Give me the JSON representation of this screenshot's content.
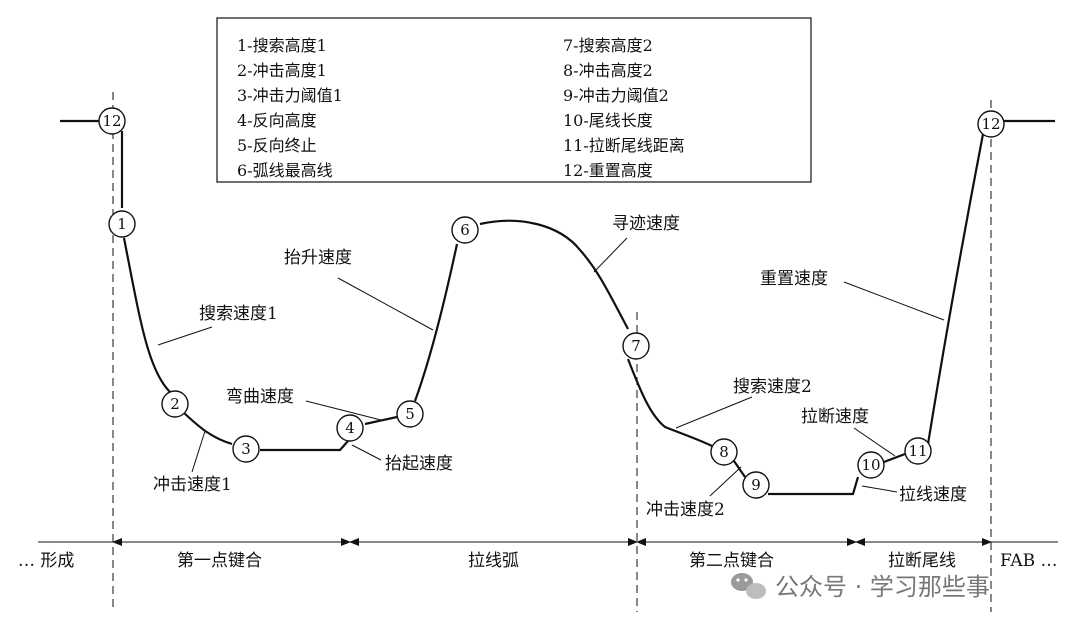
{
  "legend": [
    "1-搜索高度1",
    "2-冲击高度1",
    "3-冲击力阈值1",
    "4-反向高度",
    "5-反向终止",
    "6-弧线最高线",
    "7-搜索高度2",
    "8-冲击高度2",
    "9-冲击力阈值2",
    "10-尾线长度",
    "11-拉断尾线距离",
    "12-重置高度"
  ],
  "points": [
    "12",
    "1",
    "2",
    "3",
    "4",
    "5",
    "6",
    "7",
    "8",
    "9",
    "10",
    "11",
    "12"
  ],
  "labels": {
    "search_speed1": "搜索速度1",
    "impact_speed1": "冲击速度1",
    "bend_speed": "弯曲速度",
    "raise_speed": "抬起速度",
    "lift_speed": "抬升速度",
    "trace_speed": "寻迹速度",
    "search_speed2": "搜索速度2",
    "impact_speed2": "冲击速度2",
    "break_speed": "拉断速度",
    "tail_speed": "拉线速度",
    "reset_speed": "重置速度"
  },
  "segments": {
    "forming": "… 形成",
    "first_bond": "第一点键合",
    "loop": "拉线弧",
    "second_bond": "第二点键合",
    "tail_break": "拉断尾线",
    "fab": "FAB …"
  },
  "watermark": "公众号 · 学习那些事"
}
